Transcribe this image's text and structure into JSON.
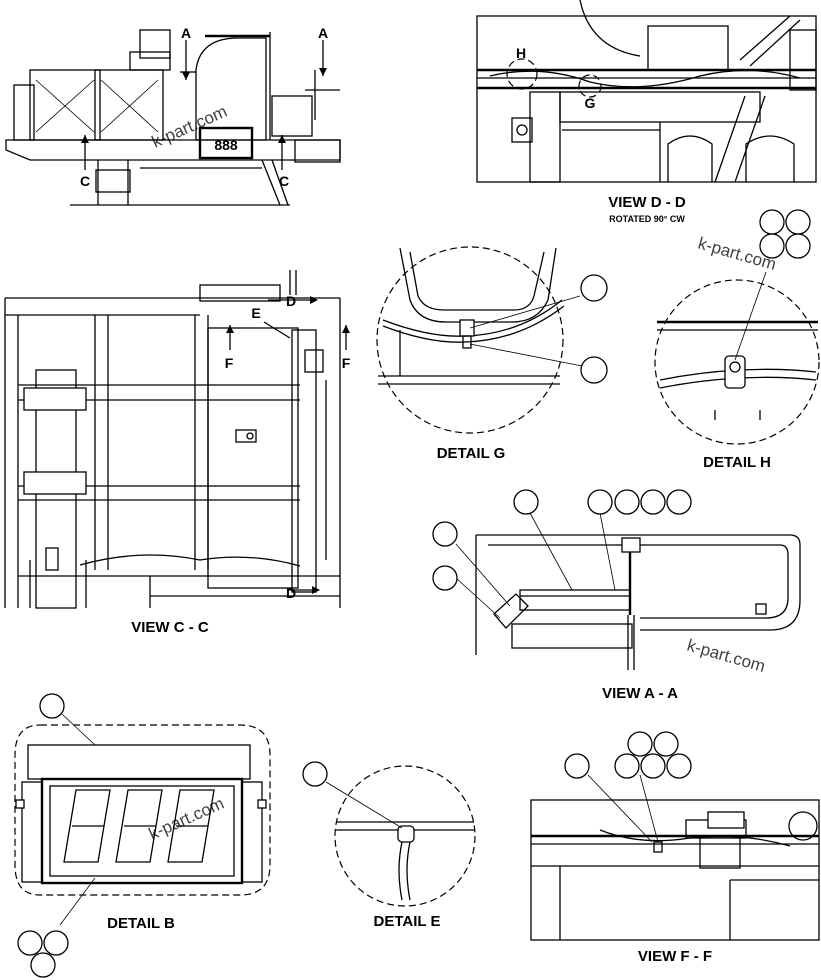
{
  "labels": {
    "view_dd": "VIEW D - D",
    "view_dd_sub": "ROTATED 90° CW",
    "view_cc": "VIEW C - C",
    "view_aa": "VIEW A - A",
    "view_ff": "VIEW F - F",
    "detail_g": "DETAIL G",
    "detail_h": "DETAIL H",
    "detail_b": "DETAIL B",
    "detail_e": "DETAIL E"
  },
  "section_letters": {
    "a": "A",
    "c": "C",
    "d": "D",
    "e": "E",
    "f": "F",
    "g": "G",
    "h": "H"
  },
  "display_digits": "888",
  "watermark": "k-part.com"
}
